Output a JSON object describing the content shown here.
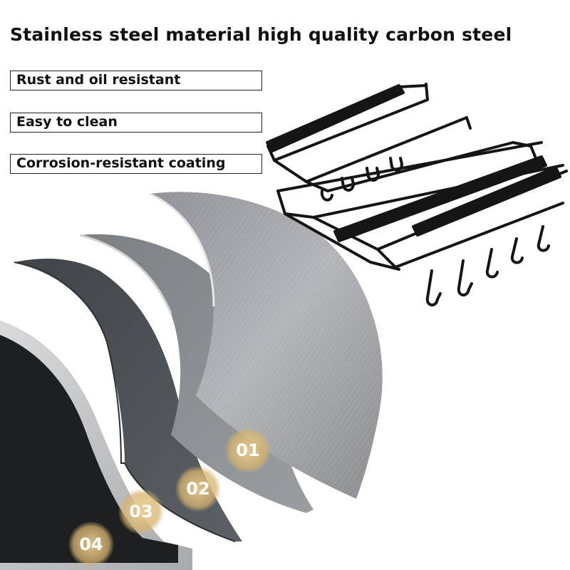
{
  "headline": "Stainless steel material high quality carbon steel",
  "features": [
    "Rust and oil resistant",
    "Easy to clean",
    "Corrosion-resistant coating"
  ],
  "layers": [
    "01",
    "02",
    "03",
    "04"
  ],
  "colors": {
    "text": "#111111",
    "layer_silver": "#a9abad",
    "layer_gray": "#8d9193",
    "layer_dark": "#4f5458",
    "layer_frame": "#c9cbcd",
    "badge_gold": "#d8b573",
    "rack": "#151515"
  }
}
